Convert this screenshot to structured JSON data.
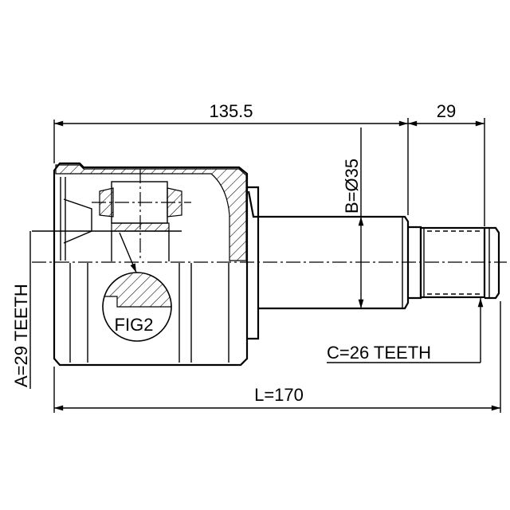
{
  "dimensions": {
    "housing_length": "135.5",
    "spline_length": "29",
    "overall_length": "L=170",
    "shaft_diameter": "B=Ø35",
    "inner_teeth": "A=29 TEETH",
    "outer_teeth": "C=26 TEETH"
  },
  "detail_label": "FIG2",
  "colors": {
    "line": "#000000",
    "background": "#ffffff"
  }
}
